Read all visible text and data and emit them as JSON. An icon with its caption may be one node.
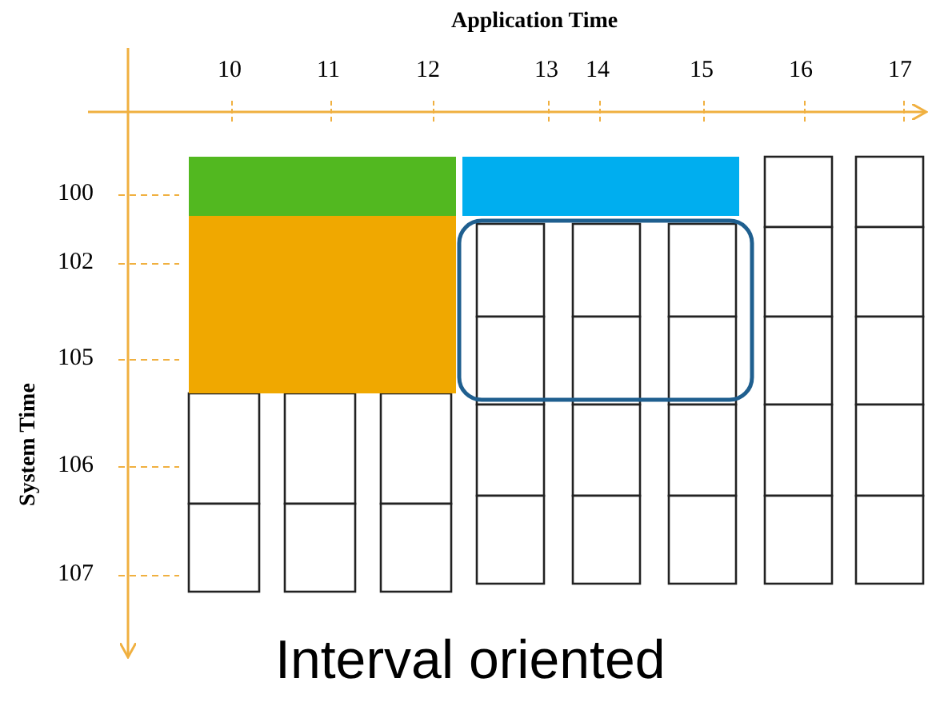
{
  "diagram": {
    "caption": "Interval oriented",
    "labels": [
      "Application Time",
      "10",
      "11",
      "12",
      "13",
      "14",
      "15",
      "16",
      "17",
      "System Time",
      "100",
      "102",
      "105",
      "106",
      "107"
    ]
  }
}
